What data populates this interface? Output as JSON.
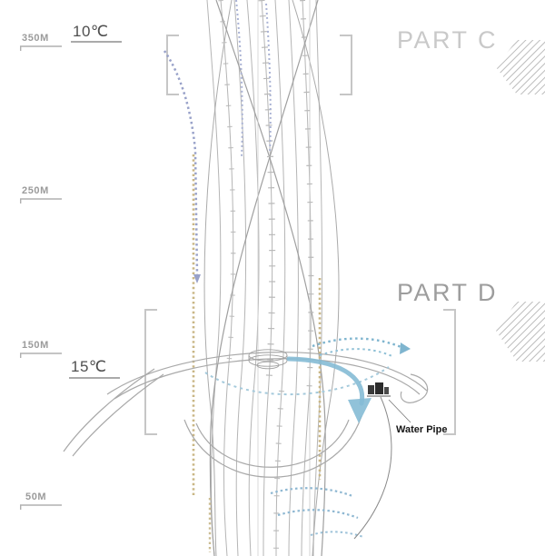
{
  "scale": {
    "markers": [
      {
        "label": "350M"
      },
      {
        "label": "250M"
      },
      {
        "label": "150M"
      },
      {
        "label": "50M"
      }
    ]
  },
  "temperatures": [
    {
      "label": "10℃"
    },
    {
      "label": "15℃"
    }
  ],
  "parts": [
    {
      "label": "PART C"
    },
    {
      "label": "PART D"
    }
  ],
  "annotations": {
    "water_pipe_label": "Water Pipe"
  },
  "icons": {
    "hatch_arrow_part_c": "left-pointing hatched chevron",
    "hatch_arrow_part_d": "left-pointing hatched chevron"
  },
  "colors": {
    "part_c_label": "#c9c9c9",
    "part_d_label": "#9d9d9d",
    "scale_text": "#9b9b9b",
    "temperature_text": "#4f4f4f",
    "structure_line": "#b5b5b5",
    "bracket": "#c6c6c6",
    "hatch_gray": "#bcbcbc",
    "dotted_tan": "#c9b685",
    "dotted_purple": "#98a1c9",
    "dotted_blue": "#8fb8d2",
    "flow_arrow_blue": "#85bbd5",
    "water_pipe_text": "#161616"
  }
}
